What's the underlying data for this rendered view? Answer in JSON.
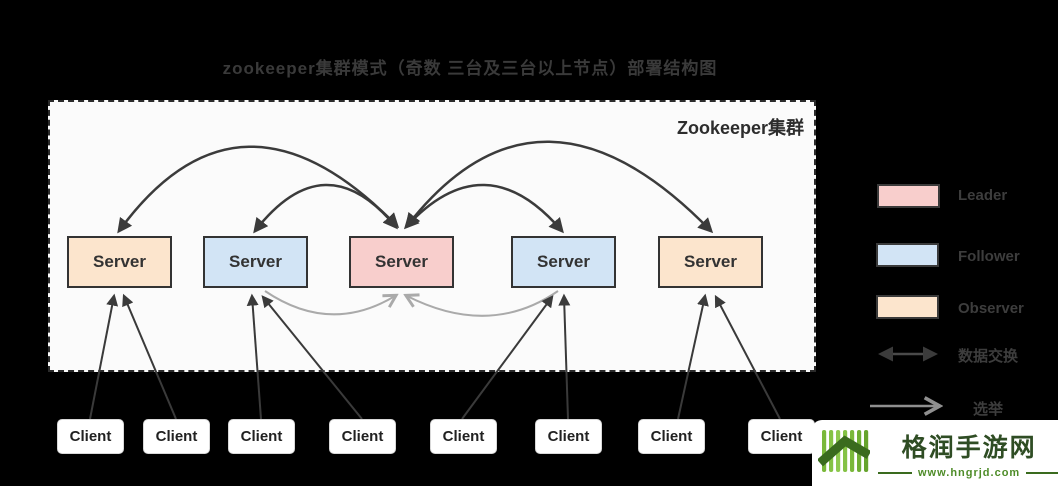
{
  "title": "zookeeper集群模式（奇数 三台及三台以上节点）部署结构图",
  "cluster": {
    "label": "Zookeeper集群",
    "servers": [
      {
        "label": "Server",
        "role": "observer"
      },
      {
        "label": "Server",
        "role": "follower"
      },
      {
        "label": "Server",
        "role": "leader"
      },
      {
        "label": "Server",
        "role": "follower"
      },
      {
        "label": "Server",
        "role": "observer"
      }
    ]
  },
  "clients": [
    {
      "label": "Client"
    },
    {
      "label": "Client"
    },
    {
      "label": "Client"
    },
    {
      "label": "Client"
    },
    {
      "label": "Client"
    },
    {
      "label": "Client"
    },
    {
      "label": "Client"
    },
    {
      "label": "Client"
    }
  ],
  "legend": {
    "items": [
      {
        "label": "Leader",
        "color": "#f8cecc"
      },
      {
        "label": "Follower",
        "color": "#d2e4f5"
      },
      {
        "label": "Observer",
        "color": "#fce5cd"
      }
    ],
    "data_exchange_label": "数据交换",
    "election_label": "选举"
  },
  "edges": {
    "data_exchange": [
      [
        "server3-leader",
        "server1-observer"
      ],
      [
        "server3-leader",
        "server2-follower"
      ],
      [
        "server3-leader",
        "server4-follower"
      ],
      [
        "server3-leader",
        "server5-observer"
      ]
    ],
    "election": [
      [
        "server2-follower",
        "server3-leader"
      ],
      [
        "server4-follower",
        "server3-leader"
      ]
    ],
    "client_links": [
      [
        "client1",
        "server1"
      ],
      [
        "client2",
        "server1"
      ],
      [
        "client3",
        "server2"
      ],
      [
        "client4",
        "server2"
      ],
      [
        "client5",
        "server4"
      ],
      [
        "client6",
        "server4"
      ],
      [
        "client7",
        "server5"
      ],
      [
        "client8",
        "server5"
      ]
    ]
  },
  "watermark": {
    "site_name": "格润手游网",
    "url": "www.hngrjd.com"
  },
  "colors": {
    "background": "#000000",
    "panel": "#fbfbfb",
    "border": "#333333",
    "data_exchange_arrow": "#3b3b3b",
    "election_arrow": "#aaaaaa"
  }
}
